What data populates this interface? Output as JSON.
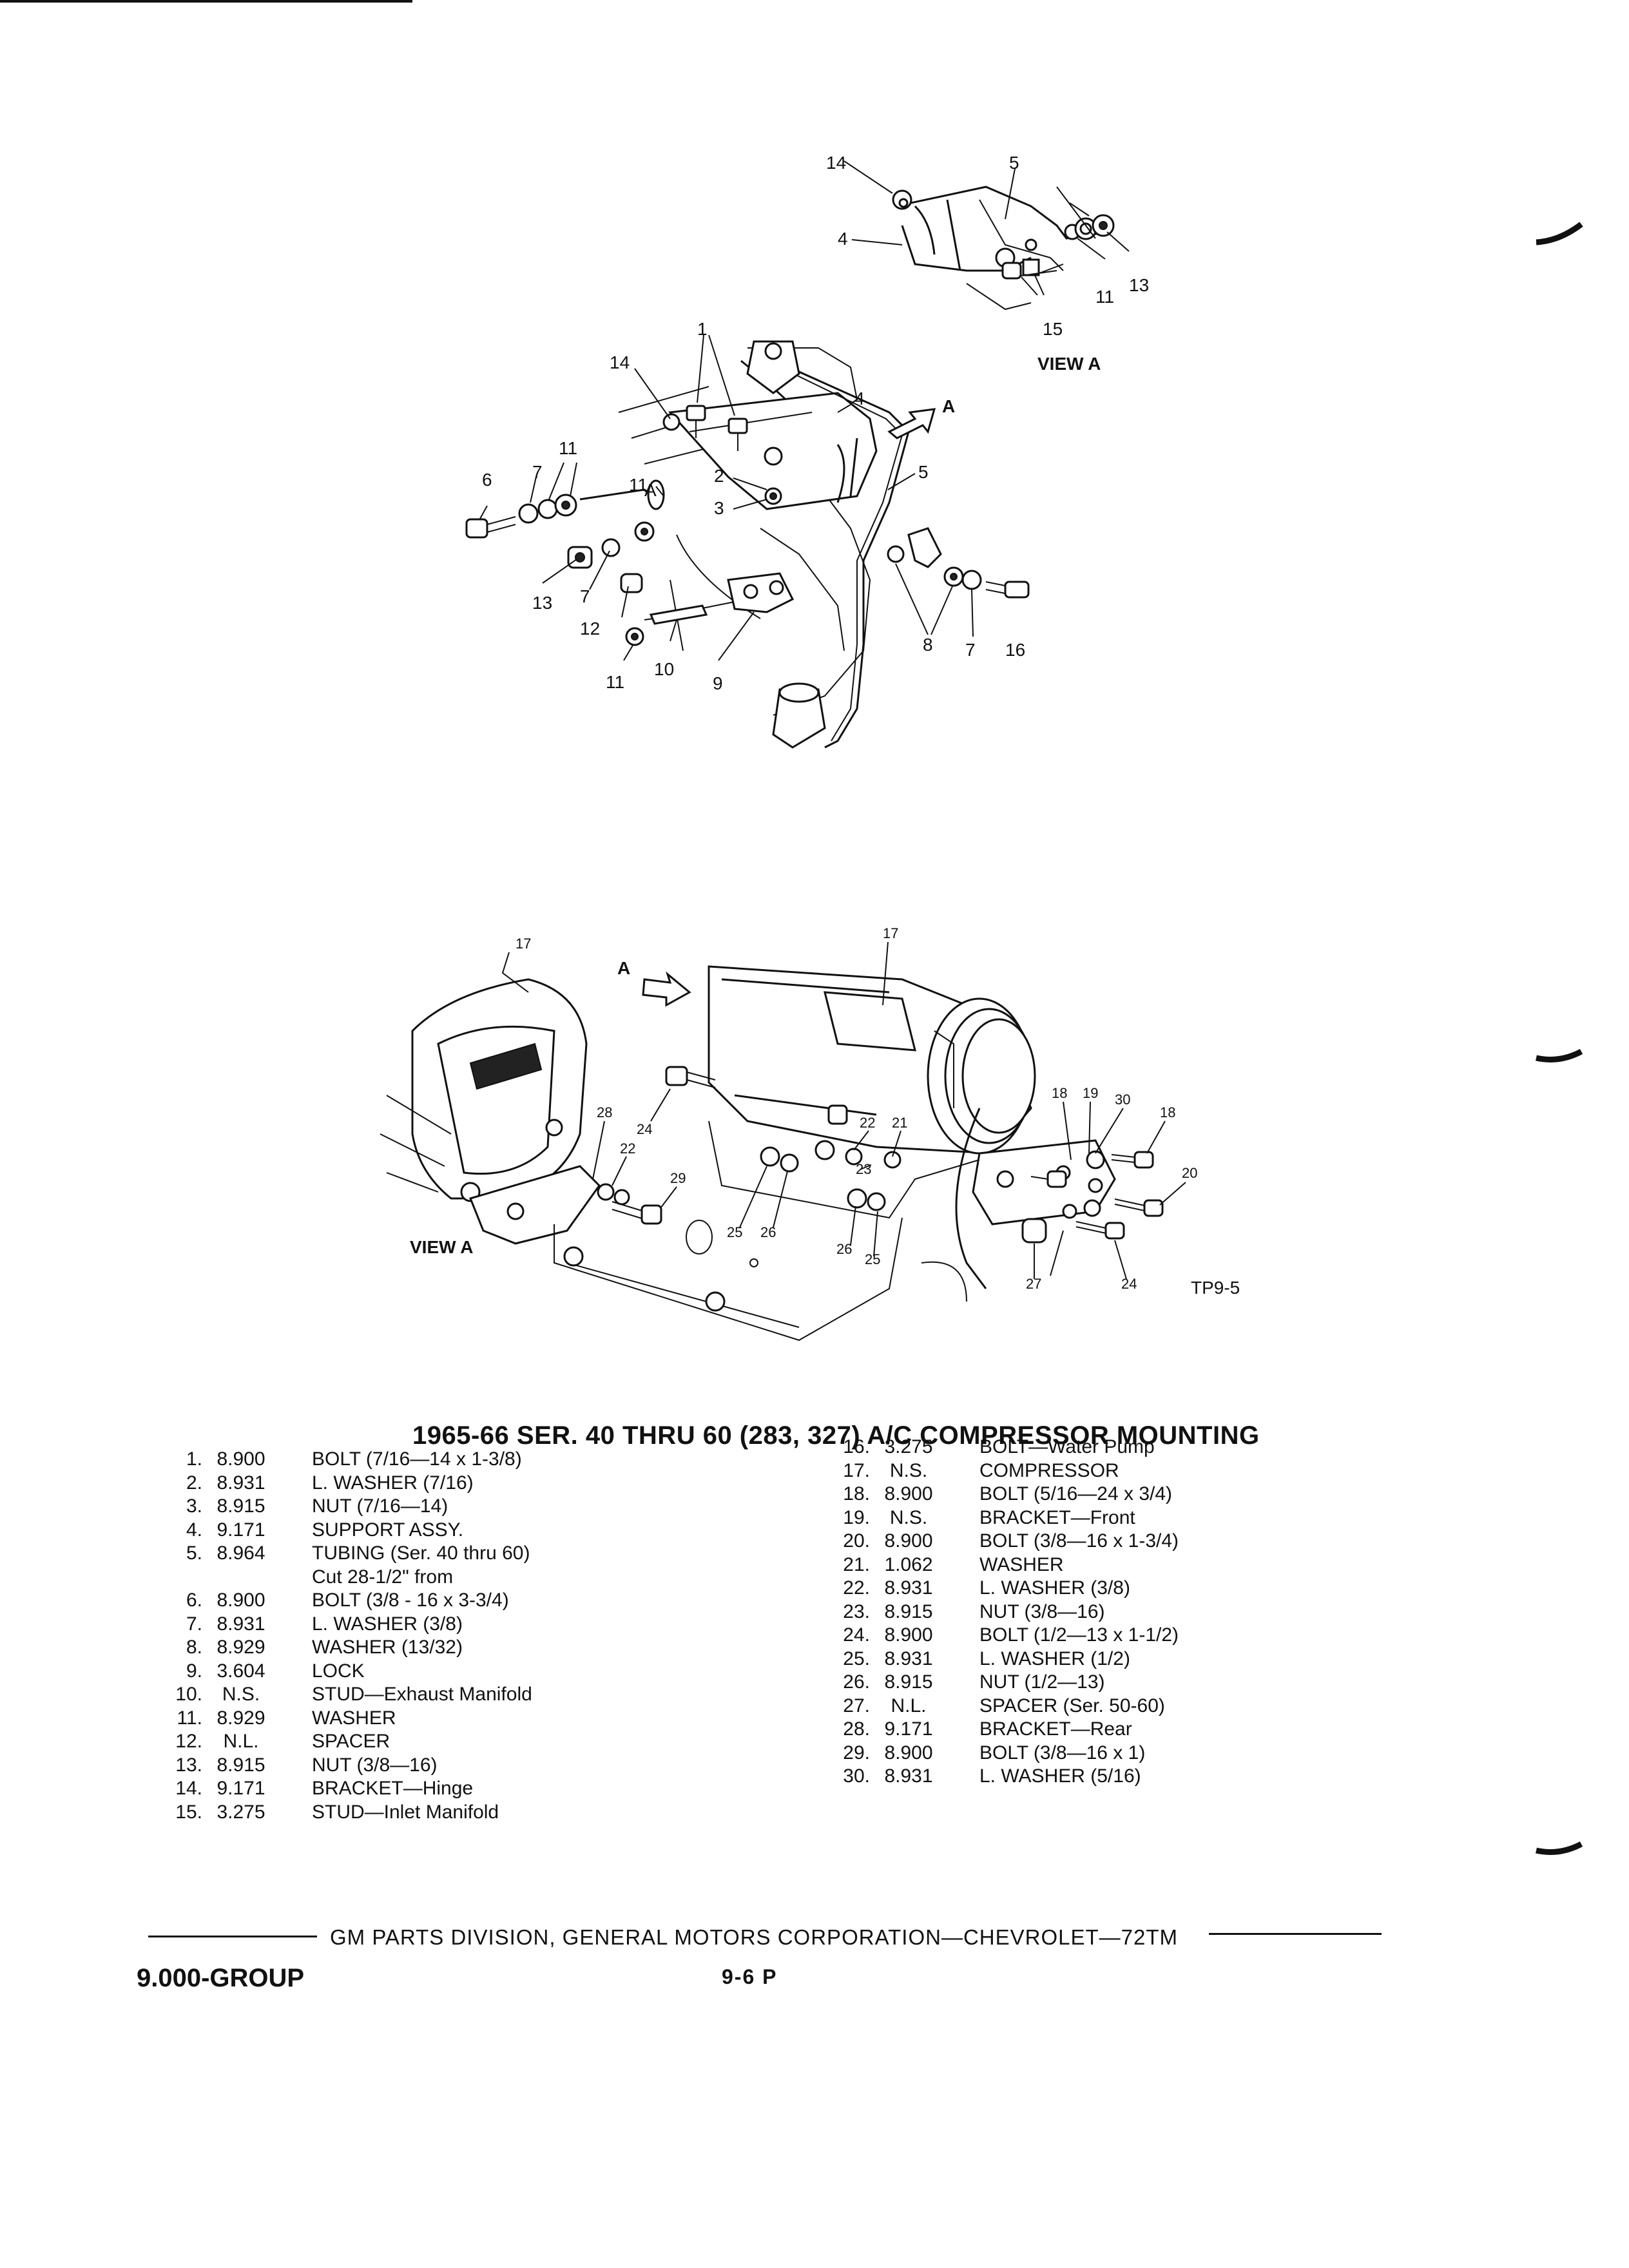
{
  "title": "1965-66 SER. 40 THRU 60 (283, 327) A/C COMPRESSOR MOUNTING",
  "figure_code": "TP9-5",
  "view_labels": {
    "top": "VIEW A",
    "bottom": "VIEW A",
    "arrow_top": "A",
    "arrow_bottom": "A"
  },
  "callouts": {
    "viewA_top": [
      "14",
      "5",
      "4",
      "11",
      "13",
      "15"
    ],
    "upper": [
      "1",
      "14",
      "4",
      "A",
      "11",
      "2",
      "5",
      "7",
      "6",
      "11",
      "3",
      "13",
      "7",
      "8",
      "12",
      "7",
      "16",
      "11",
      "10",
      "9"
    ],
    "lower": [
      "17",
      "17",
      "18",
      "19",
      "30",
      "18",
      "28",
      "24",
      "22",
      "22",
      "21",
      "23",
      "29",
      "20",
      "25",
      "26",
      "26",
      "25",
      "27",
      "24"
    ]
  },
  "parts_left": [
    {
      "no": "1.",
      "group": "8.900",
      "desc": "BOLT (7/16—14 x 1-3/8)"
    },
    {
      "no": "2.",
      "group": "8.931",
      "desc": "L. WASHER (7/16)"
    },
    {
      "no": "3.",
      "group": "8.915",
      "desc": "NUT (7/16—14)"
    },
    {
      "no": "4.",
      "group": "9.171",
      "desc": "SUPPORT ASSY."
    },
    {
      "no": "5.",
      "group": "8.964",
      "desc": "TUBING (Ser. 40 thru 60)"
    },
    {
      "no": "",
      "group": "",
      "desc": "Cut 28-1/2\" from"
    },
    {
      "no": "6.",
      "group": "8.900",
      "desc": "BOLT (3/8 - 16 x 3-3/4)"
    },
    {
      "no": "7.",
      "group": "8.931",
      "desc": "L. WASHER (3/8)"
    },
    {
      "no": "8.",
      "group": "8.929",
      "desc": "WASHER (13/32)"
    },
    {
      "no": "9.",
      "group": "3.604",
      "desc": "LOCK"
    },
    {
      "no": "10.",
      "group": "N.S.",
      "desc": "STUD—Exhaust Manifold"
    },
    {
      "no": "11.",
      "group": "8.929",
      "desc": "WASHER"
    },
    {
      "no": "12.",
      "group": "N.L.",
      "desc": "SPACER"
    },
    {
      "no": "13.",
      "group": "8.915",
      "desc": "NUT (3/8—16)"
    },
    {
      "no": "14.",
      "group": "9.171",
      "desc": "BRACKET—Hinge"
    },
    {
      "no": "15.",
      "group": "3.275",
      "desc": "STUD—Inlet Manifold"
    }
  ],
  "parts_right": [
    {
      "no": "16.",
      "group": "3.275",
      "desc": "BOLT—Water Pump"
    },
    {
      "no": "17.",
      "group": "N.S.",
      "desc": "COMPRESSOR"
    },
    {
      "no": "18.",
      "group": "8.900",
      "desc": "BOLT (5/16—24 x 3/4)"
    },
    {
      "no": "19.",
      "group": "N.S.",
      "desc": "BRACKET—Front"
    },
    {
      "no": "20.",
      "group": "8.900",
      "desc": "BOLT (3/8—16 x 1-3/4)"
    },
    {
      "no": "21.",
      "group": "1.062",
      "desc": "WASHER"
    },
    {
      "no": "22.",
      "group": "8.931",
      "desc": "L. WASHER (3/8)"
    },
    {
      "no": "23.",
      "group": "8.915",
      "desc": "NUT (3/8—16)"
    },
    {
      "no": "24.",
      "group": "8.900",
      "desc": "BOLT (1/2—13 x 1-1/2)"
    },
    {
      "no": "25.",
      "group": "8.931",
      "desc": "L. WASHER (1/2)"
    },
    {
      "no": "26.",
      "group": "8.915",
      "desc": "NUT (1/2—13)"
    },
    {
      "no": "27.",
      "group": "N.L.",
      "desc": "SPACER (Ser. 50-60)"
    },
    {
      "no": "28.",
      "group": "9.171",
      "desc": "BRACKET—Rear"
    },
    {
      "no": "29.",
      "group": "8.900",
      "desc": "BOLT (3/8—16 x 1)"
    },
    {
      "no": "30.",
      "group": "8.931",
      "desc": "L. WASHER (5/16)"
    }
  ],
  "footer": "GM PARTS DIVISION, GENERAL MOTORS CORPORATION—CHEVROLET—72TM",
  "group_label": "9.000-GROUP",
  "page_number": "9-6  P"
}
